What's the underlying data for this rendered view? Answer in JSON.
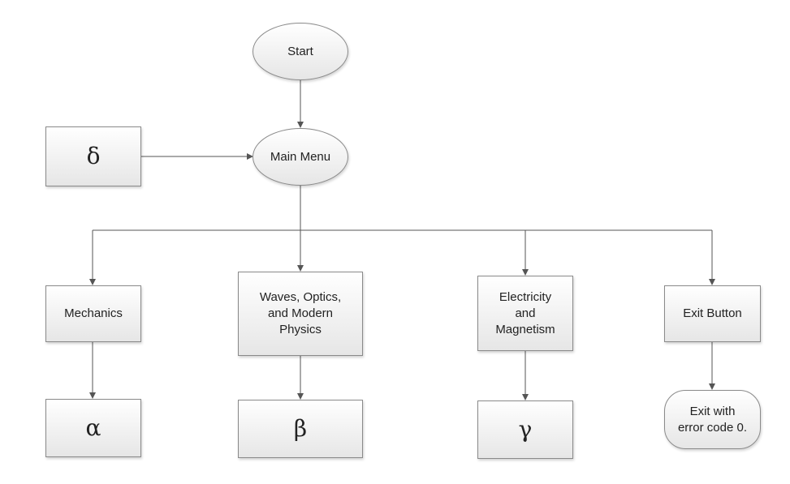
{
  "diagram": {
    "start": "Start",
    "main_menu": "Main Menu",
    "delta": "δ",
    "mechanics": "Mechanics",
    "waves": "Waves, Optics,\nand Modern\nPhysics",
    "electricity": "Electricity\nand\nMagnetism",
    "exit_button": "Exit Button",
    "alpha": "α",
    "beta": "β",
    "gamma": "γ",
    "exit_result": "Exit with\nerror code 0."
  }
}
